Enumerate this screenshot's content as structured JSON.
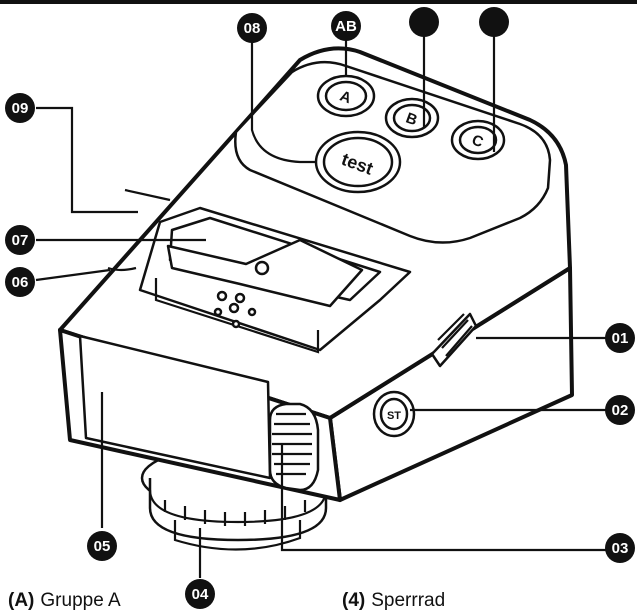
{
  "callouts": {
    "c01": "01",
    "c02": "02",
    "c03": "03",
    "c04": "04",
    "c05": "05",
    "c06": "06",
    "c07": "07",
    "c08": "08",
    "c09": "09",
    "cAB": "AB",
    "cB": "",
    "cC": ""
  },
  "buttons": {
    "a": "A",
    "b": "B",
    "c": "C",
    "test": "test",
    "side": "ST"
  },
  "legend": {
    "left_key": "(A)",
    "left_label": "Gruppe A",
    "right_key": "(4)",
    "right_label": "Sperrrad"
  }
}
